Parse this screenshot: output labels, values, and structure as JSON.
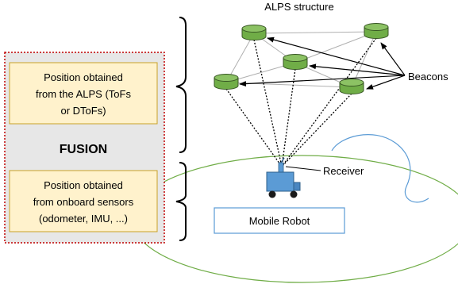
{
  "title": "ALPS structure",
  "fusion": {
    "label": "FUSION",
    "top_box": [
      "Position obtained",
      "from the ALPS (ToFs",
      "or DToFs)"
    ],
    "bottom_box": [
      "Position obtained",
      "from onboard sensors",
      "(odometer, IMU, ...)"
    ]
  },
  "labels": {
    "beacons": "Beacons",
    "receiver": "Receiver",
    "mobile_robot": "Mobile Robot"
  },
  "colors": {
    "beacon_fill": "#70ad47",
    "beacon_stroke": "#375623",
    "box_fill": "#fff2cc",
    "box_stroke": "#c9a227",
    "panel_fill": "#e7e7e7",
    "panel_stroke": "#c00000",
    "ellipse_stroke": "#70ad47",
    "path_stroke": "#5b9bd5",
    "robot_fill": "#5b9bd5",
    "robot_box_stroke": "#5b9bd5"
  }
}
